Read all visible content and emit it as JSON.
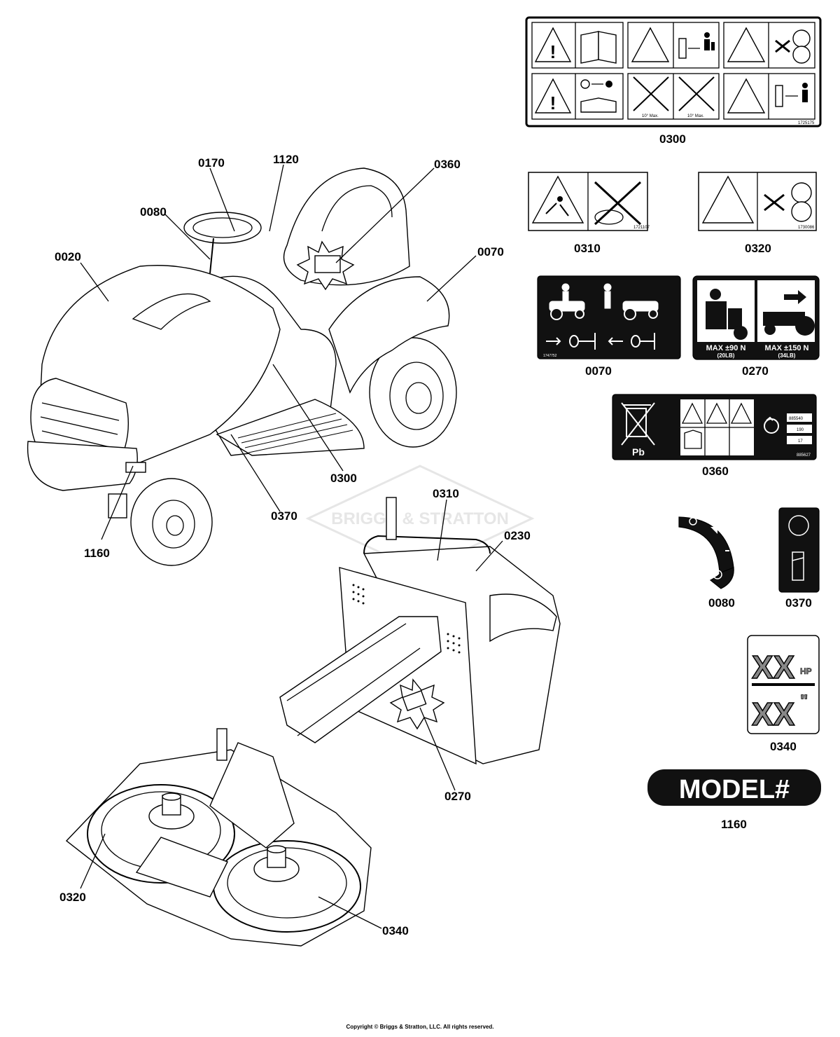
{
  "watermark": "BRIGGS & STRATTON",
  "copyright": "Copyright © Briggs & Stratton, LLC. All rights reserved.",
  "callouts": {
    "c0170": "0170",
    "c1120": "1120",
    "c0360": "0360",
    "c0080": "0080",
    "c0070": "0070",
    "c0020": "0020",
    "c0300": "0300",
    "c0370": "0370",
    "c1160": "1160",
    "c0310": "0310",
    "c0230": "0230",
    "c0270": "0270",
    "c0320": "0320",
    "c0340": "0340"
  },
  "decal_labels": {
    "d0300": "0300",
    "d0310": "0310",
    "d0320": "0320",
    "d0070": "0070",
    "d0270": "0270",
    "d0360": "0360",
    "d0080": "0080",
    "d0370": "0370",
    "d0340": "0340",
    "d1160": "1160"
  },
  "decal_text": {
    "slope_left": "10° Max.",
    "slope_right": "10° Max.",
    "max_left": "MAX ±90 N",
    "max_left_sub": "(20LB)",
    "max_right": "MAX ±150 N",
    "max_right_sub": "(34LB)",
    "pb": "Pb",
    "part_no": "885627",
    "box1": "885540",
    "box2": "190",
    "box3": "17",
    "hp_top": "XX",
    "hp_unit": "HP",
    "hp_bottom": "XX",
    "hp_inch": "\"",
    "model": "MODEL#",
    "code_0300": "1725175",
    "code_0310": "1721107",
    "code_0320": "1730086",
    "code_0070": "1747752"
  }
}
